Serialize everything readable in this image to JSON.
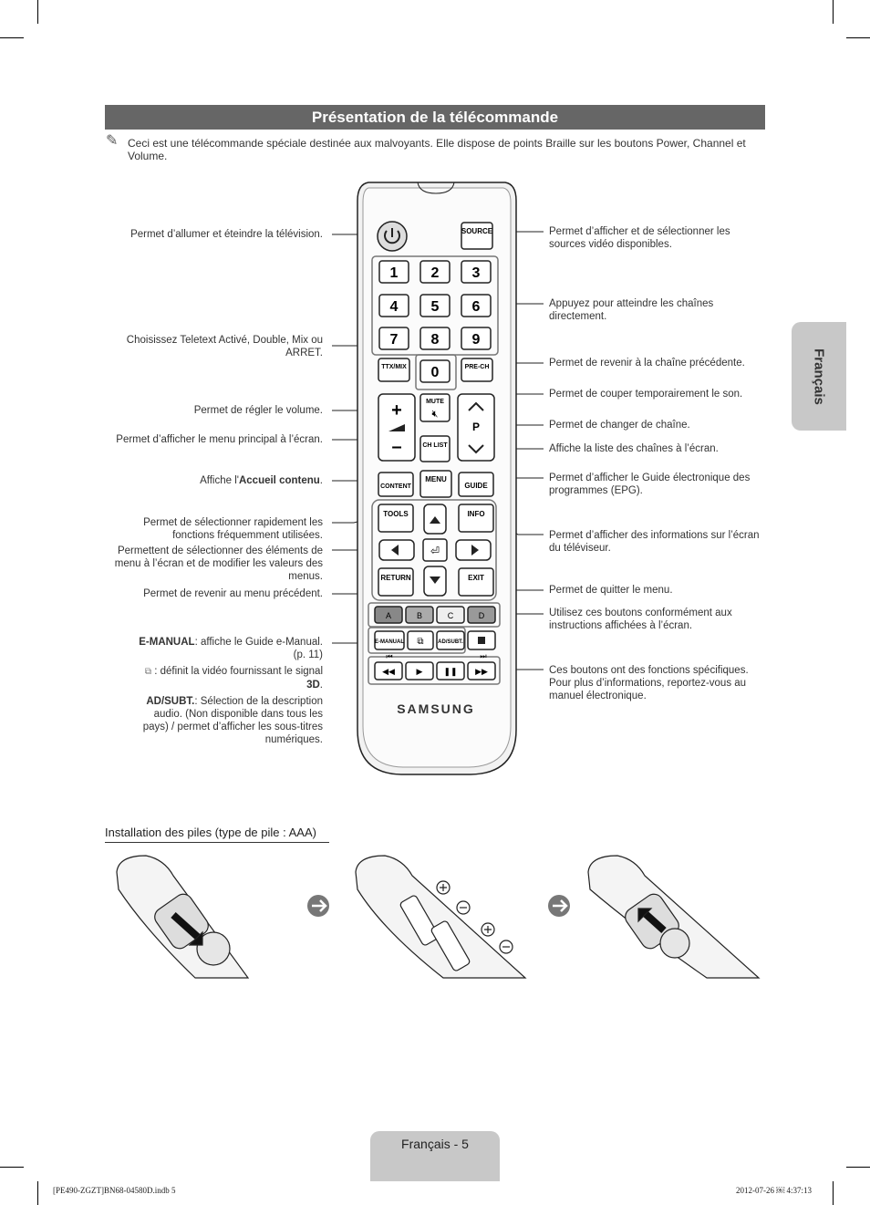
{
  "title": "Présentation de la télécommande",
  "note": "Ceci est une télécommande spéciale destinée aux malvoyants. Elle dispose de points Braille sur les boutons Power, Channel et Volume.",
  "side_tab": "Français",
  "left_labels": {
    "power": "Permet d’allumer et éteindre la télévision.",
    "ttx": "Choisissez Teletext Activé, Double, Mix ou ARRET.",
    "volume": "Permet de régler le volume.",
    "menu": "Permet d’afficher le menu principal à l’écran.",
    "content_pre": "Affiche l'",
    "content_bold": "Accueil contenu",
    "content_post": ".",
    "tools": "Permet de sélectionner rapidement les fonctions fréquemment utilisées.",
    "arrows": "Permettent de sélectionner des éléments de menu à l’écran et de modifier les valeurs des menus.",
    "return": "Permet de revenir au menu précédent.",
    "emanual_bold": "E-MANUAL",
    "emanual": ": affiche le Guide e-Manual. (p. 11)",
    "threed_pre": ": définit la vidéo fournissant le signal ",
    "threed_bold": "3D",
    "threed_post": ".",
    "adsubt_bold": "AD/SUBT.",
    "adsubt": ": Sélection de la description audio. (Non disponible dans tous les pays) / permet d’afficher les sous-titres numériques."
  },
  "right_labels": {
    "source": "Permet d’afficher et de sélectionner les sources vidéo disponibles.",
    "numbers": "Appuyez pour atteindre les chaînes directement.",
    "prech": "Permet de revenir à la chaîne précédente.",
    "mute": "Permet de couper temporairement le son.",
    "channel": "Permet de changer de chaîne.",
    "chlist": "Affiche la liste des chaînes à l’écran.",
    "guide": "Permet d’afficher le Guide électronique des programmes (EPG).",
    "info": "Permet d’afficher des informations sur l’écran du téléviseur.",
    "exit": "Permet de quitter le menu.",
    "colors": "Utilisez ces boutons conformément aux instructions affichées à l’écran.",
    "media": "Ces boutons ont des fonctions spécifiques. Pour plus d’informations, reportez-vous au manuel électronique."
  },
  "remote": {
    "source": "SOURCE",
    "digits": [
      "1",
      "2",
      "3",
      "4",
      "5",
      "6",
      "7",
      "8",
      "9",
      "0"
    ],
    "ttx": "TTX/MIX",
    "prech": "PRE-CH",
    "mute": "MUTE",
    "chlist": "CH LIST",
    "p": "P",
    "content": "CONTENT",
    "menu": "MENU",
    "guide": "GUIDE",
    "tools": "TOOLS",
    "info": "INFO",
    "return": "RETURN",
    "exit": "EXIT",
    "colors": [
      "A",
      "B",
      "C",
      "D"
    ],
    "emanual": "E-MANUAL",
    "adsubt": "AD/SUBT.",
    "brand": "SAMSUNG"
  },
  "battery_title": "Installation des piles (type de pile : AAA)",
  "page_tab": "Français - 5",
  "footer_left": "[PE490-ZGZT]BN68-04580D.indb   5",
  "footer_right": "2012-07-26   ￼ 4:37:13"
}
